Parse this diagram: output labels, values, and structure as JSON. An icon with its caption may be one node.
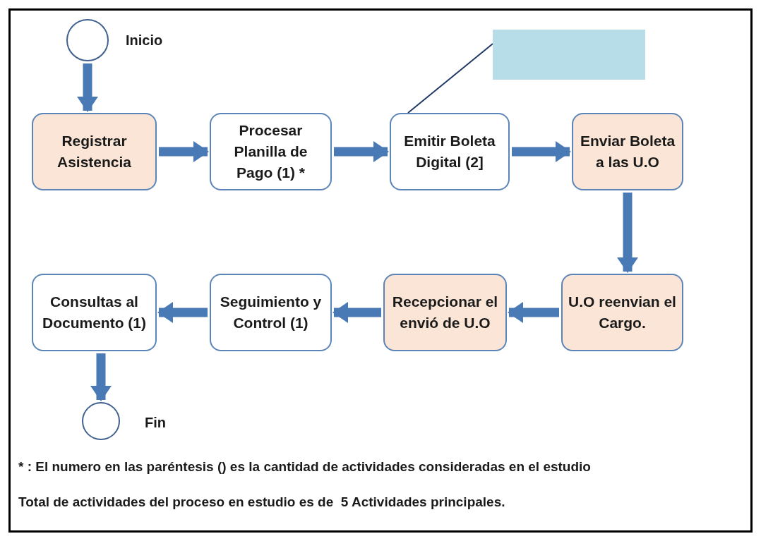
{
  "diagram": {
    "nodes": [
      {
        "text": [],
        "shape": "circle",
        "beside": [
          "Inicio"
        ]
      },
      {
        "text": [],
        "shape": "box"
      },
      {
        "text": [
          "Registrar Asistencia"
        ]
      },
      {
        "text": [
          "Procesar Planilla de Pago (1) *"
        ]
      },
      {
        "text": [
          "Emitir Boleta Digital (2]"
        ]
      },
      {
        "text": [
          "Enviar Boleta a las U.O"
        ]
      },
      {
        "text": [
          "Consultas al Documento (1)"
        ]
      },
      {
        "text": [
          "Seguimiento y Control (1)"
        ]
      },
      {
        "text": [
          "Recepcionar el envió de U.O"
        ]
      },
      {
        "text": [
          "U.O reenvian el Cargo."
        ]
      },
      {
        "text": [],
        "shape": "circle",
        "beside": [
          "Fin"
        ]
      }
    ],
    "edges": [
      {
        "from": 0,
        "to": 2,
        "arrow": "to"
      },
      {
        "from": 2,
        "to": 3,
        "arrow": "to"
      },
      {
        "from": 3,
        "to": 4,
        "arrow": "to"
      },
      {
        "from": 4,
        "to": 1,
        "arrow": "none"
      },
      {
        "from": 4,
        "to": 5,
        "arrow": "to"
      },
      {
        "from": 5,
        "to": 9,
        "arrow": "to"
      },
      {
        "from": 9,
        "to": 8,
        "arrow": "to"
      },
      {
        "from": 8,
        "to": 7,
        "arrow": "to"
      },
      {
        "from": 7,
        "to": 6,
        "arrow": "to"
      },
      {
        "from": 6,
        "to": 10,
        "arrow": "to"
      }
    ],
    "labels": [
      "* : El numero en las paréntesis () es la cantidad de actividades consideradas en el estudio",
      "Total de actividades del proceso en estudio es de  5 Actividades principales."
    ]
  }
}
